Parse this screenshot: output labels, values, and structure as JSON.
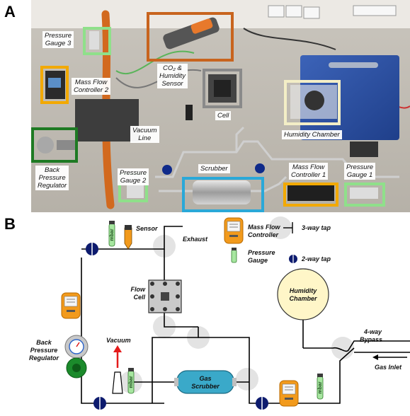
{
  "panels": {
    "a": "A",
    "b": "B"
  },
  "photo_labels": {
    "pressure_gauge_3": [
      "Pressure",
      "Gauge 3"
    ],
    "mass_flow_controller_2": [
      "Mass Flow",
      "Controller 2"
    ],
    "co2_sensor": [
      "CO₂ &",
      "Humidity",
      "Sensor"
    ],
    "cell": "Cell",
    "humidity_chamber": "Humidity Chamber",
    "vacuum_line": [
      "Vacuum",
      "Line"
    ],
    "back_pressure_regulator": [
      "Back",
      "Pressure",
      "Regulator"
    ],
    "pressure_gauge_2": [
      "Pressure",
      "Gauge 2"
    ],
    "scrubber": "Scrubber",
    "mass_flow_controller_1": [
      "Mass Flow",
      "Controller 1"
    ],
    "pressure_gauge_1": [
      "Pressure",
      "Gauge 1"
    ]
  },
  "legend": {
    "mfc": [
      "Mass Flow",
      "Controller"
    ],
    "three_way_tap": "3-way tap",
    "pressure_gauge": [
      "Pressure",
      "Gauge"
    ],
    "two_way_tap": "2-way tap"
  },
  "diagram_labels": {
    "sensor": "Sensor",
    "exhaust": "Exhaust",
    "flow_cell": [
      "Flow",
      "Cell"
    ],
    "humidity_chamber": [
      "Humidity",
      "Chamber"
    ],
    "vacuum": "Vacuum",
    "back_pressure_regulator": [
      "Back",
      "Pressure",
      "Regulator"
    ],
    "gas_scrubber": [
      "Gas",
      "Scrubber"
    ],
    "four_way_bypass": [
      "4-way",
      "Bypass"
    ],
    "gas_inlet": "Gas Inlet",
    "gauge_unit": "mbar"
  },
  "colors": {
    "green_box": "#8fe08a",
    "orange_box": "#f2a900",
    "brown_box": "#c8641e",
    "grey_box": "#8a8a8a",
    "cream_box": "#f3eec6",
    "dark_green_box": "#1e7a23",
    "blue_box": "#2aa8d8",
    "tap_blue": "#0d1b6e",
    "mfc_orange": "#f29a1c",
    "scrubber_teal": "#3aa9c9",
    "chamber_yellow": "#fff6c8",
    "gauge_green": "#a7e6a0",
    "arrow_red": "#e41b1b"
  }
}
